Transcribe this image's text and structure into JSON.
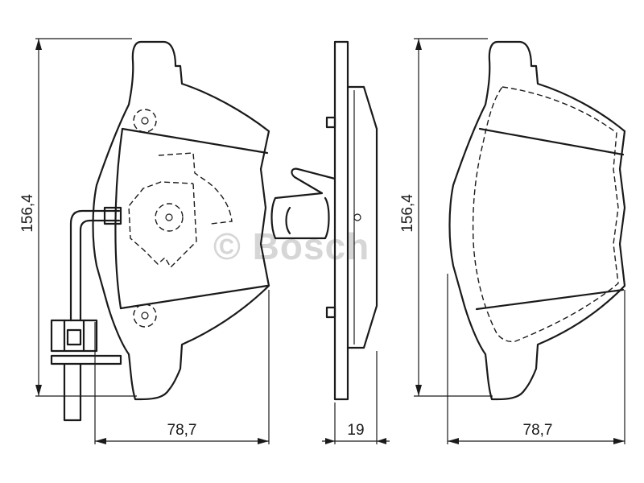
{
  "dimensions": {
    "height_left": "156,4",
    "width_left": "78,7",
    "thickness": "19",
    "height_right": "156,4",
    "width_right": "78,7"
  },
  "watermark": {
    "text": "© Bosch"
  },
  "colors": {
    "line": "#1a1a1a",
    "watermark": "#d6d6d6",
    "background": "#ffffff"
  }
}
